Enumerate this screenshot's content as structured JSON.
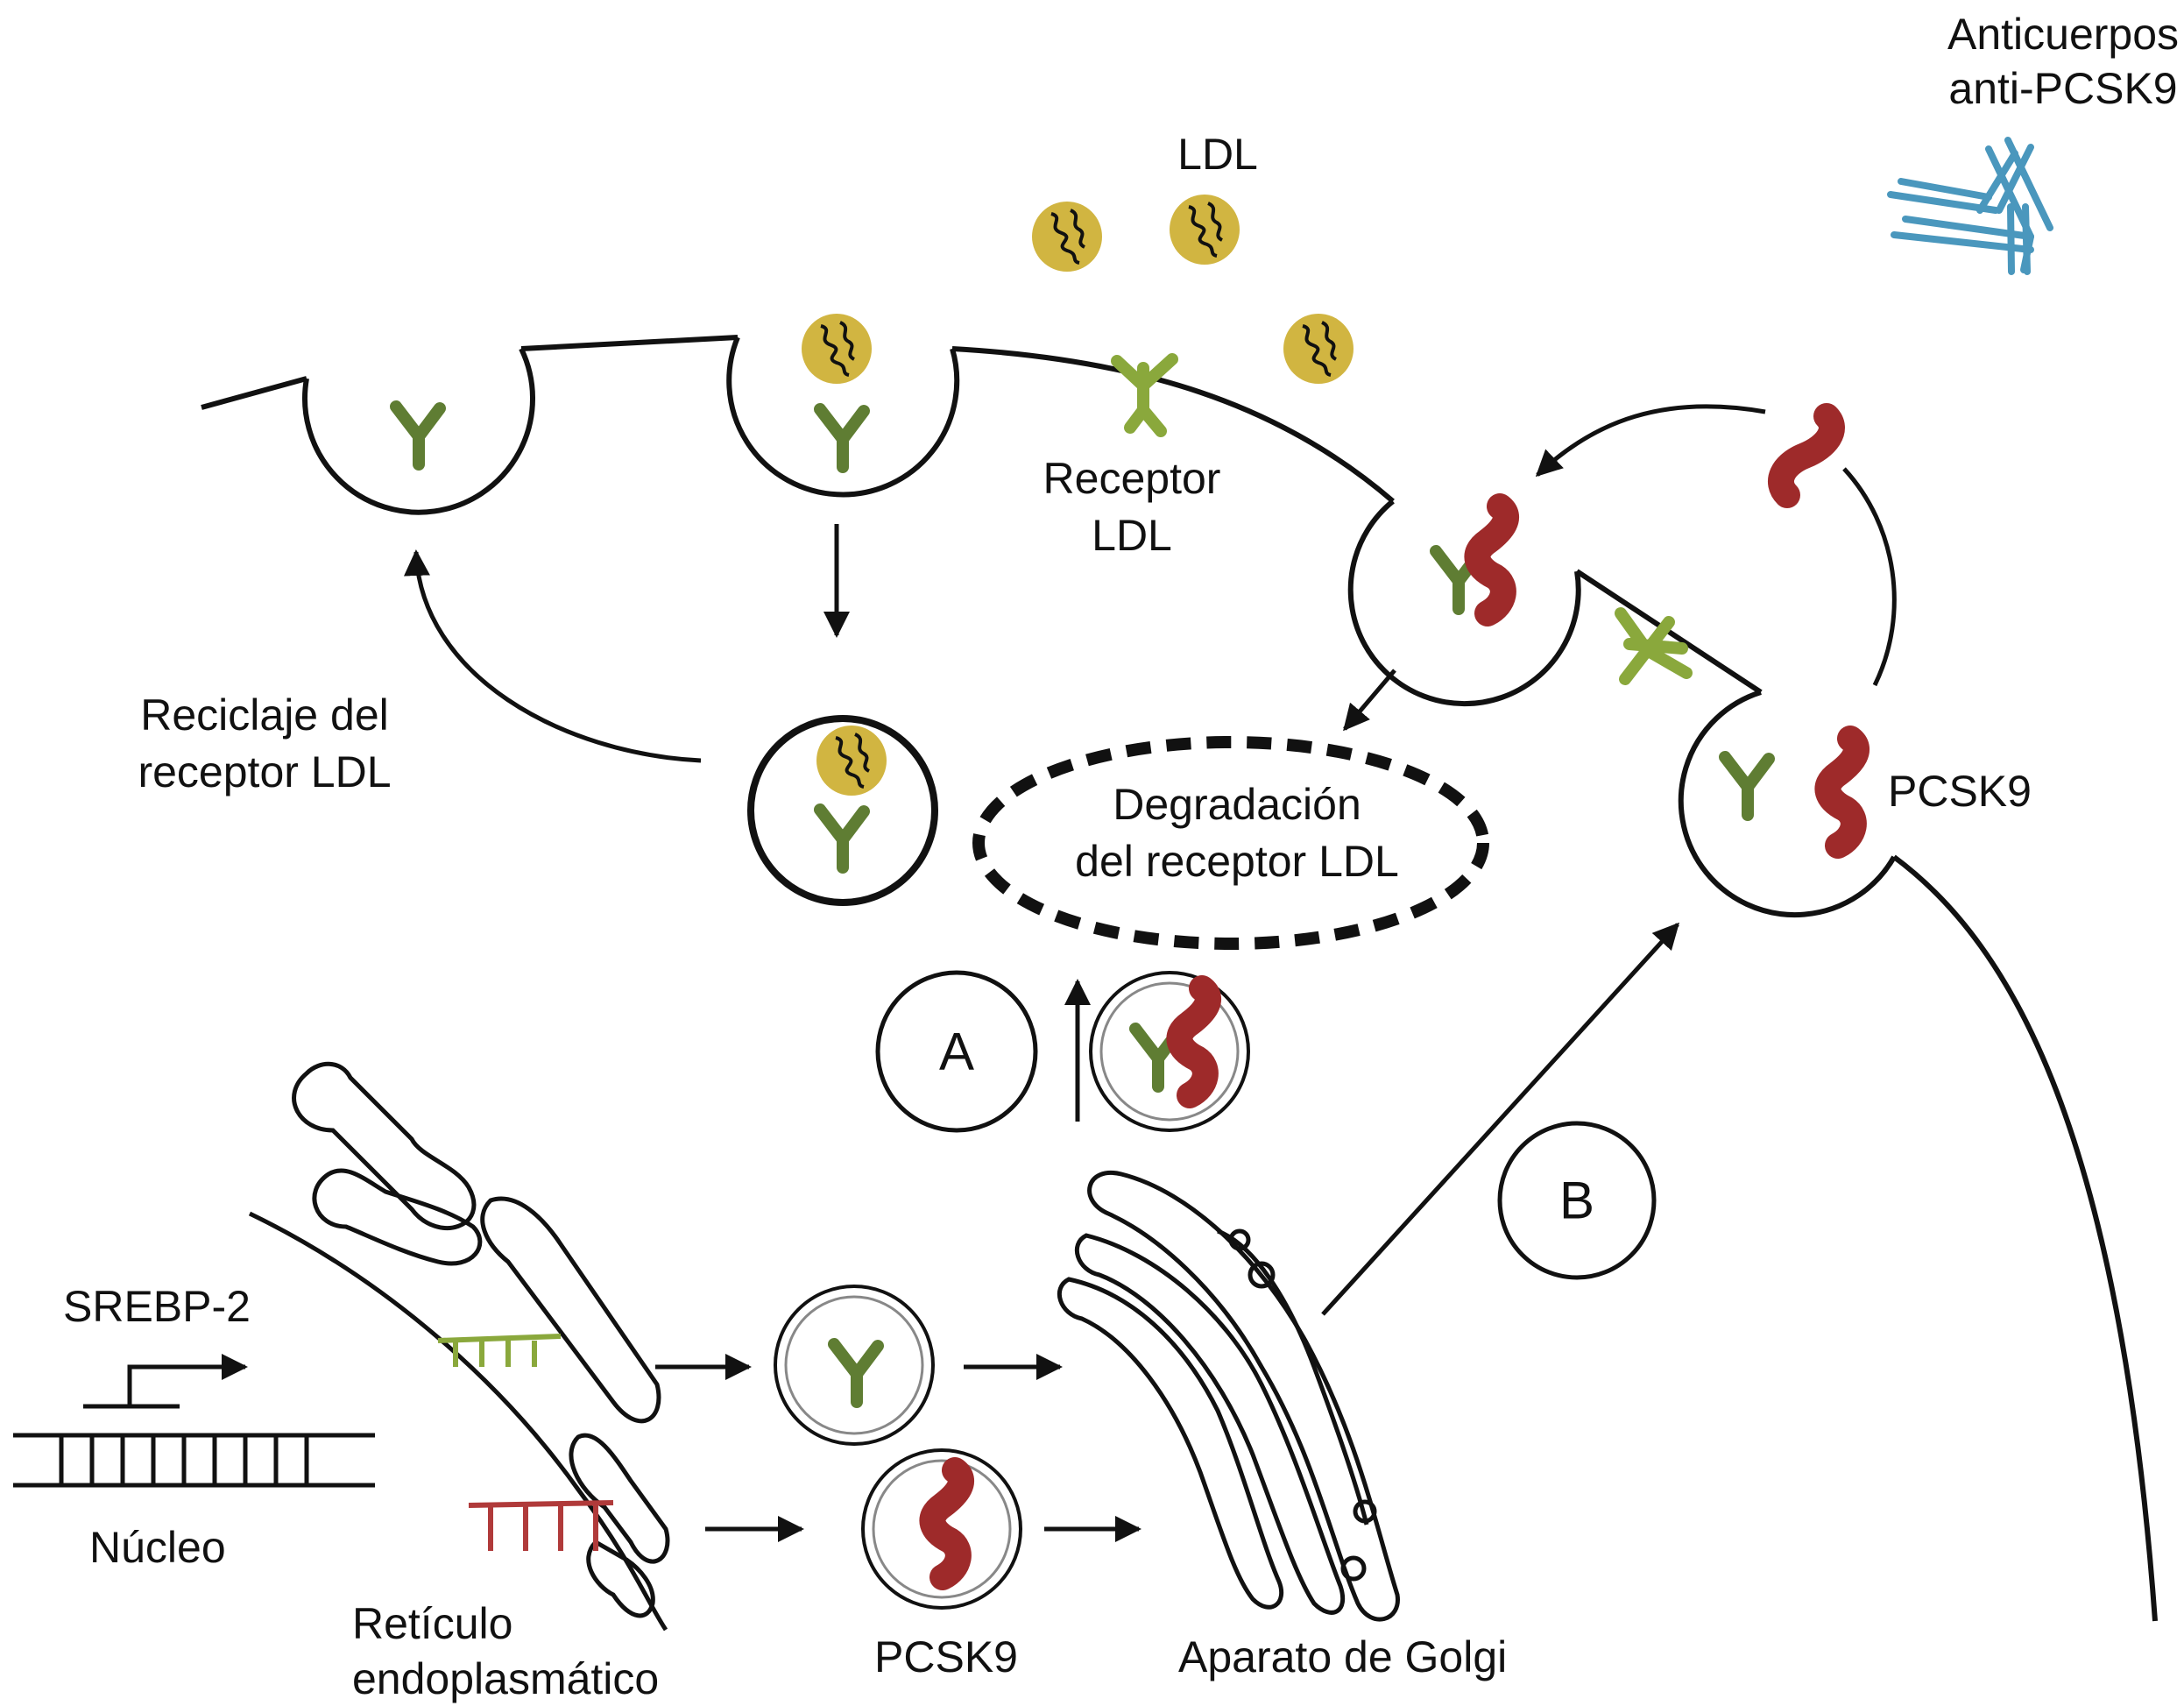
{
  "labels": {
    "antibodies_line1": "Anticuerpos",
    "antibodies_line2": "anti-PCSK9",
    "ldl": "LDL",
    "ldl_receptor_line1": "Receptor",
    "ldl_receptor_line2": "LDL",
    "recycling_line1": "Reciclaje del",
    "recycling_line2": "receptor LDL",
    "degradation_line1": "Degradación",
    "degradation_line2": "del receptor LDL",
    "pcsk9_right": "PCSK9",
    "pathway_a": "A",
    "pathway_b": "B",
    "srebp2": "SREBP-2",
    "nucleus": "Núcleo",
    "er_line1": "Retículo",
    "er_line2": "endoplasmático",
    "pcsk9_bottom": "PCSK9",
    "golgi": "Aparato de Golgi"
  },
  "colors": {
    "receptor": "#5f7d33",
    "receptor_light": "#8aa83c",
    "pcsk9": "#9e2a2a",
    "ldl": "#c9a820",
    "antibody": "#4a97bd",
    "line": "#111111"
  }
}
